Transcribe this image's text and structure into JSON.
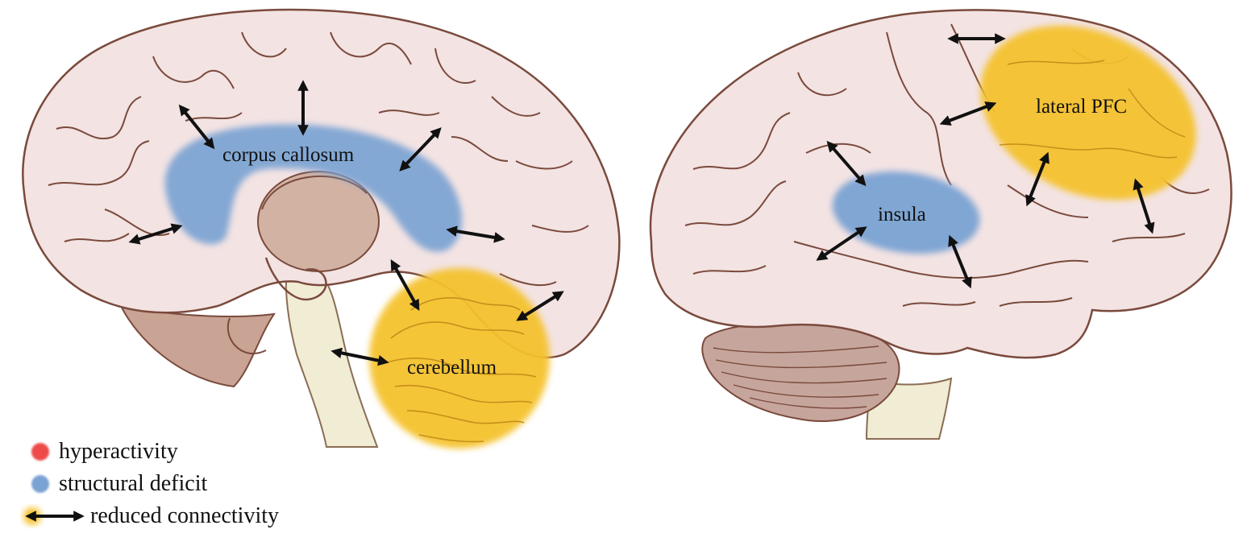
{
  "colors": {
    "brain_fill": "#f3e3e3",
    "brain_outline": "#7a4a3c",
    "inner_fill": "#d2b3a3",
    "brainstem_fill": "#f1ecd4",
    "cerebellum_side_fill": "#c6a59c",
    "hyperactivity": "#ee4a4a",
    "structural_deficit": "#7aa3d3",
    "reduced_connectivity": "#f5c22e",
    "arrow": "#111111"
  },
  "regions": {
    "corpus_callosum": "corpus callosum",
    "cerebellum": "cerebellum",
    "insula": "insula",
    "lateral_pfc": "lateral PFC"
  },
  "legend": {
    "items": [
      {
        "key": "hyperactivity",
        "label": "hyperactivity",
        "color": "#ee4a4a",
        "icon": "dot"
      },
      {
        "key": "structural_deficit",
        "label": "structural deficit",
        "color": "#7aa3d3",
        "icon": "dot"
      },
      {
        "key": "reduced_connectivity",
        "label": "reduced connectivity",
        "color": "#f5c22e",
        "icon": "dot-with-double-arrow"
      }
    ]
  }
}
